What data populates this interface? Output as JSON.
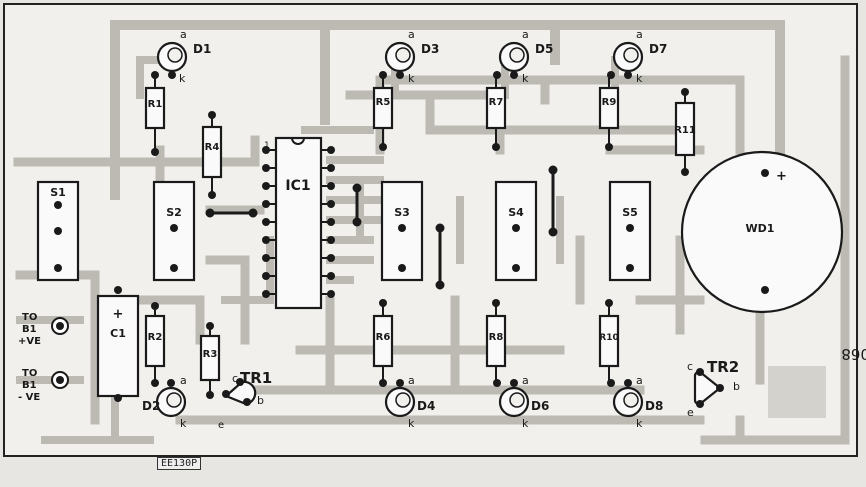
{
  "board_ref": "EE130P",
  "mirrored_code": "20-5068",
  "diodes": [
    {
      "name": "D1",
      "a": "a",
      "k": "k"
    },
    {
      "name": "D3",
      "a": "a",
      "k": "k"
    },
    {
      "name": "D5",
      "a": "a",
      "k": "k"
    },
    {
      "name": "D7",
      "a": "a",
      "k": "k"
    },
    {
      "name": "D2",
      "a": "a",
      "k": "k"
    },
    {
      "name": "D4",
      "a": "a",
      "k": "k"
    },
    {
      "name": "D6",
      "a": "a",
      "k": "k"
    },
    {
      "name": "D8",
      "a": "a",
      "k": "k"
    }
  ],
  "resistors": [
    "R1",
    "R4",
    "R5",
    "R7",
    "R9",
    "R11",
    "R2",
    "R3",
    "R6",
    "R8",
    "R10"
  ],
  "switches": [
    "S1",
    "S2",
    "S3",
    "S4",
    "S5"
  ],
  "ic": {
    "name": "IC1",
    "pin1": "1"
  },
  "capacitor": {
    "name": "C1",
    "polarity": "+"
  },
  "buzzer": {
    "name": "WD1",
    "polarity": "+"
  },
  "transistors": [
    {
      "name": "TR1",
      "e": "e",
      "b": "b",
      "c": "c"
    },
    {
      "name": "TR2",
      "c": "c",
      "b": "b",
      "e": "e"
    }
  ],
  "terminals": [
    {
      "line1": "TO",
      "line2": "B1",
      "line3": "+VE"
    },
    {
      "line1": "TO",
      "line2": "B1",
      "line3": "- VE"
    }
  ]
}
